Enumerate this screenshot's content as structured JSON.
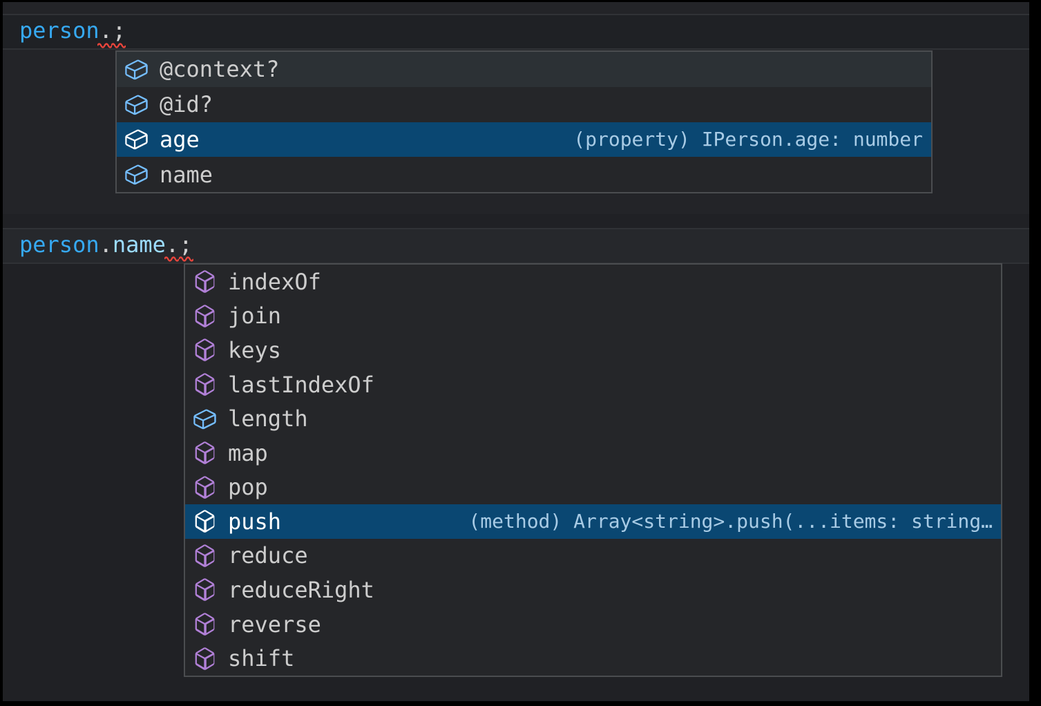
{
  "palette": {
    "selection_bg": "#0a4772",
    "hover_bg": "#2c3135",
    "widget_bg": "#252629",
    "widget_border": "#4b4d50",
    "editor_bg_top": "#232428",
    "editor_bg_bottom": "#202125",
    "icon_field_color": "#75beff",
    "icon_method_color": "#b180d7",
    "token_variable_color": "#36a9f2",
    "token_property_color": "#9cdcfe",
    "squiggle_color": "#e8453c"
  },
  "code_line_1": {
    "full_text": "person.;",
    "tokens": [
      {
        "text": "person",
        "type": "variable"
      },
      {
        "text": ".",
        "type": "punct"
      },
      {
        "text": ";",
        "type": "punct"
      }
    ]
  },
  "code_line_2": {
    "full_text": "person.name.;",
    "tokens": [
      {
        "text": "person",
        "type": "variable"
      },
      {
        "text": ".",
        "type": "punct"
      },
      {
        "text": "name",
        "type": "property"
      },
      {
        "text": ".",
        "type": "punct"
      },
      {
        "text": ";",
        "type": "punct"
      }
    ]
  },
  "suggest_widget_1": {
    "items": [
      {
        "label": "@context?",
        "kind": "field",
        "state": "hover"
      },
      {
        "label": "@id?",
        "kind": "field",
        "state": ""
      },
      {
        "label": "age",
        "kind": "field",
        "state": "selected",
        "detail": "(property) IPerson.age: number"
      },
      {
        "label": "name",
        "kind": "field",
        "state": ""
      }
    ]
  },
  "suggest_widget_2": {
    "items": [
      {
        "label": "indexOf",
        "kind": "method",
        "state": ""
      },
      {
        "label": "join",
        "kind": "method",
        "state": ""
      },
      {
        "label": "keys",
        "kind": "method",
        "state": ""
      },
      {
        "label": "lastIndexOf",
        "kind": "method",
        "state": ""
      },
      {
        "label": "length",
        "kind": "field",
        "state": ""
      },
      {
        "label": "map",
        "kind": "method",
        "state": ""
      },
      {
        "label": "pop",
        "kind": "method",
        "state": ""
      },
      {
        "label": "push",
        "kind": "method",
        "state": "selected",
        "detail": "(method) Array<string>.push(...items: string…"
      },
      {
        "label": "reduce",
        "kind": "method",
        "state": ""
      },
      {
        "label": "reduceRight",
        "kind": "method",
        "state": ""
      },
      {
        "label": "reverse",
        "kind": "method",
        "state": ""
      },
      {
        "label": "shift",
        "kind": "method",
        "state": ""
      }
    ]
  }
}
